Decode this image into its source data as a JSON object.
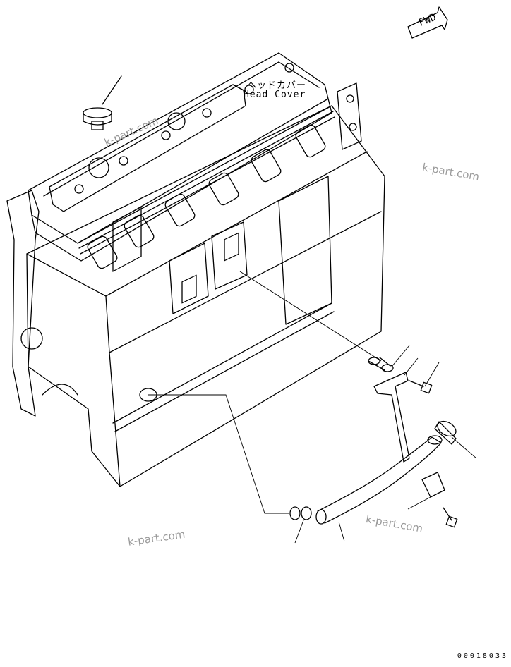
{
  "labels": {
    "head_cover_jp": "ヘッドカバー",
    "head_cover_en": "Head Cover",
    "fwd_arrow": "FWD",
    "drawing_number": "00018033"
  },
  "watermarks": [
    "k-part.com",
    "k-part.com",
    "k-part.com",
    "k-part.com"
  ],
  "colors": {
    "line": "#000000",
    "watermark": "#9a9a9a",
    "background": "#ffffff"
  }
}
